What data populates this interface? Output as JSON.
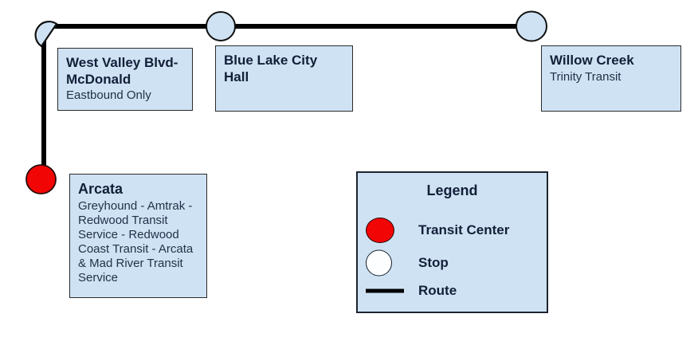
{
  "colors": {
    "route": "#000000",
    "stop_fill": "#cfe2f3",
    "stop_stroke": "#111111",
    "transit_center_fill": "#f20505",
    "box_fill": "#cfe2f3",
    "legend_stop_fill": "#fcfeff"
  },
  "stops": [
    {
      "id": "west-valley",
      "title": "West Valley Blvd-McDonald",
      "subtitle": "Eastbound Only",
      "marker": "stop"
    },
    {
      "id": "blue-lake",
      "title": "Blue Lake City Hall",
      "subtitle": "",
      "marker": "stop"
    },
    {
      "id": "willow-creek",
      "title": "Willow Creek",
      "subtitle": "Trinity Transit",
      "marker": "stop"
    },
    {
      "id": "arcata",
      "title": "Arcata",
      "subtitle": "Greyhound - Amtrak - Redwood Transit Service - Redwood Coast Transit - Arcata & Mad River Transit Service",
      "marker": "transit-center"
    }
  ],
  "legend": {
    "title": "Legend",
    "items": [
      {
        "label": "Transit Center",
        "swatch": "red-circle"
      },
      {
        "label": "Stop",
        "swatch": "open-circle"
      },
      {
        "label": "Route",
        "swatch": "black-line"
      }
    ]
  }
}
